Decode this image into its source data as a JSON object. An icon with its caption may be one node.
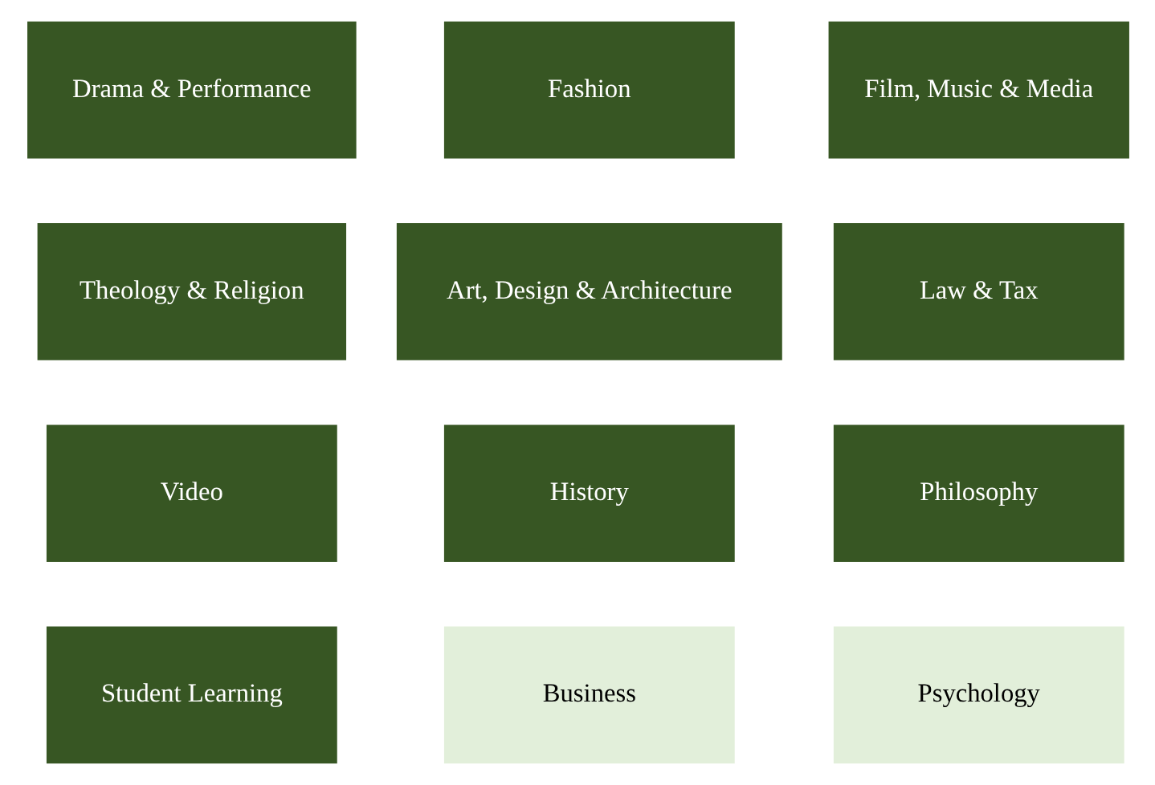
{
  "diagram": {
    "nodes": [
      {
        "text": [
          "Drama & Performance"
        ]
      },
      {
        "text": [
          "Fashion"
        ]
      },
      {
        "text": [
          "Film, Music & Media"
        ]
      },
      {
        "text": [
          "Theology & Religion"
        ]
      },
      {
        "text": [
          "Art, Design & Architecture"
        ]
      },
      {
        "text": [
          "Law & Tax"
        ]
      },
      {
        "text": [
          "Video"
        ]
      },
      {
        "text": [
          "History"
        ]
      },
      {
        "text": [
          "Philosophy"
        ]
      },
      {
        "text": [
          "Student Learning"
        ]
      },
      {
        "text": [
          "Business"
        ]
      },
      {
        "text": [
          "Psychology"
        ]
      }
    ]
  }
}
